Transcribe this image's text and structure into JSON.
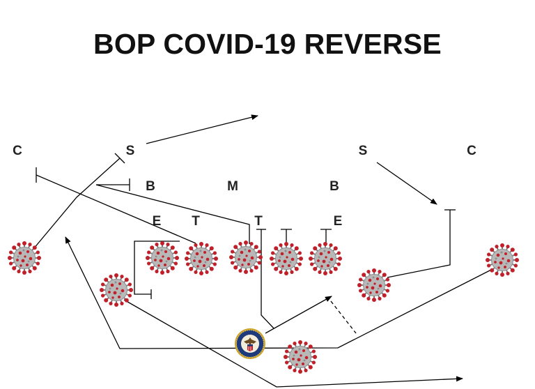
{
  "title": "BOP COVID-19 REVERSE",
  "defense": {
    "c_left": "C",
    "s_left": "S",
    "s_right": "S",
    "c_right": "C",
    "b_left": "B",
    "m": "M",
    "b_right": "B",
    "e_left": "E",
    "t_left": "T",
    "t_right": "T",
    "e_right": "E"
  },
  "icons": {
    "offense_player": "coronavirus-icon",
    "ball_carrier": "doj-seal-icon"
  },
  "colors": {
    "virus_body": "#b5b5b5",
    "virus_spike": "#c0202a",
    "line": "#000000",
    "seal_gold": "#c9a227",
    "seal_blue": "#1f3a7a"
  }
}
